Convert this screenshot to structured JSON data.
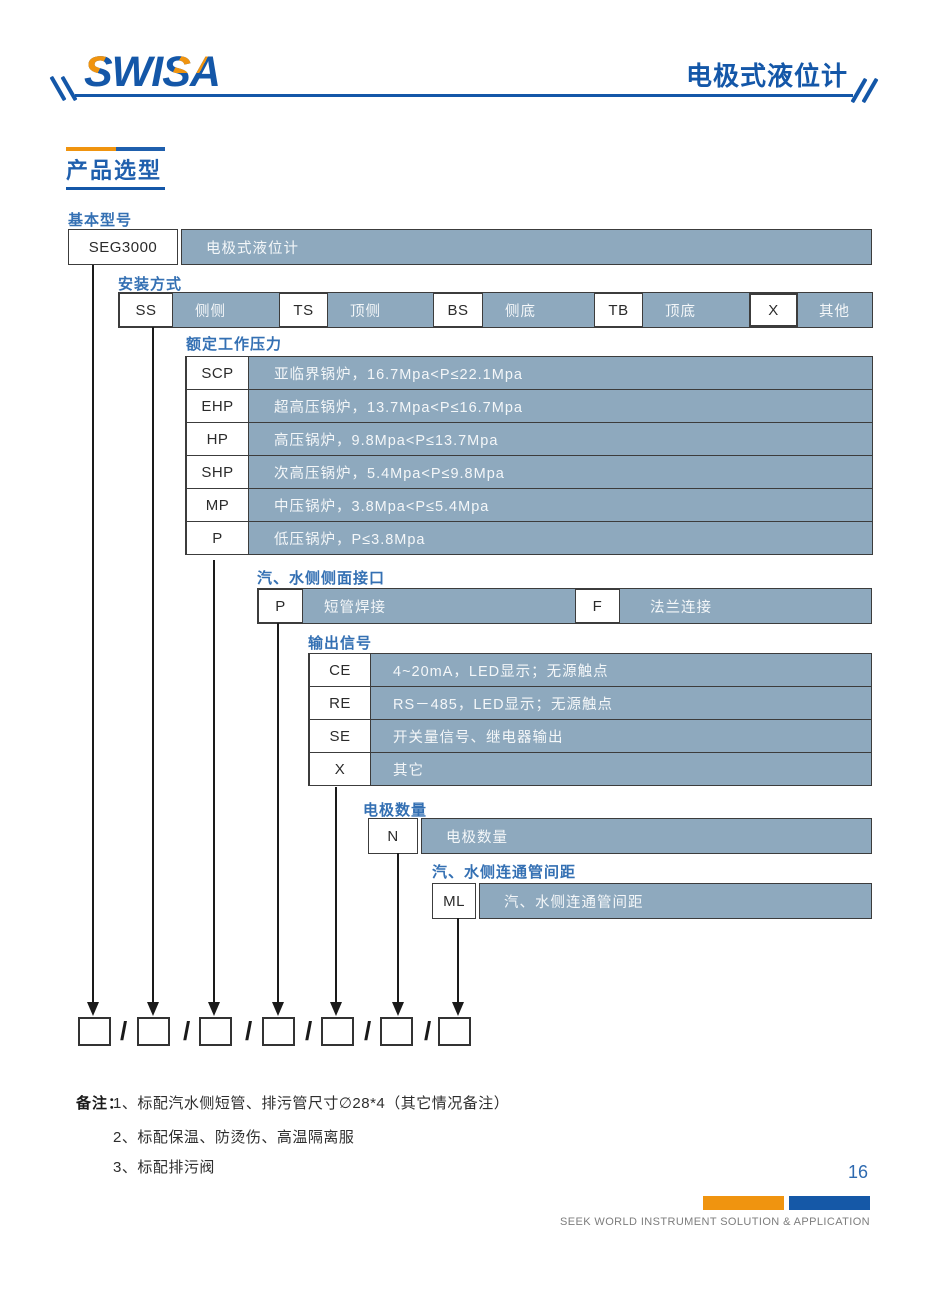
{
  "header": {
    "logo": "SWISA",
    "title": "电极式液位计"
  },
  "section_title": "产品选型",
  "selector": {
    "groups": [
      {
        "label": "基本型号",
        "options": [
          {
            "code": "SEG3000",
            "desc": "电极式液位计"
          }
        ]
      },
      {
        "label": "安装方式",
        "options": [
          {
            "code": "SS",
            "desc": "侧侧"
          },
          {
            "code": "TS",
            "desc": "顶侧"
          },
          {
            "code": "BS",
            "desc": "侧底"
          },
          {
            "code": "TB",
            "desc": "顶底"
          },
          {
            "code": "X",
            "desc": "其他"
          }
        ]
      },
      {
        "label": "额定工作压力",
        "options": [
          {
            "code": "SCP",
            "desc": "亚临界锅炉，16.7Mpa<P≤22.1Mpa"
          },
          {
            "code": "EHP",
            "desc": "超高压锅炉，13.7Mpa<P≤16.7Mpa"
          },
          {
            "code": "HP",
            "desc": "高压锅炉，9.8Mpa<P≤13.7Mpa"
          },
          {
            "code": "SHP",
            "desc": "次高压锅炉，5.4Mpa<P≤9.8Mpa"
          },
          {
            "code": "MP",
            "desc": "中压锅炉，3.8Mpa<P≤5.4Mpa"
          },
          {
            "code": "P",
            "desc": "低压锅炉，P≤3.8Mpa"
          }
        ]
      },
      {
        "label": "汽、水侧侧面接口",
        "options": [
          {
            "code": "P",
            "desc": "短管焊接"
          },
          {
            "code": "F",
            "desc": "法兰连接"
          }
        ]
      },
      {
        "label": "输出信号",
        "options": [
          {
            "code": "CE",
            "desc": "4~20mA，LED显示；无源触点"
          },
          {
            "code": "RE",
            "desc": "RS－485，LED显示；无源触点"
          },
          {
            "code": "SE",
            "desc": "开关量信号、继电器输出"
          },
          {
            "code": "X",
            "desc": "其它"
          }
        ]
      },
      {
        "label": "电极数量",
        "options": [
          {
            "code": "N",
            "desc": "电极数量"
          }
        ]
      },
      {
        "label": "汽、水侧连通管间距",
        "options": [
          {
            "code": "ML",
            "desc": "汽、水侧连通管间距"
          }
        ]
      }
    ],
    "slot_separator": "/"
  },
  "notes": {
    "title": "备注：",
    "items": [
      "1、标配汽水侧短管、排污管尺寸∅28*4（其它情况备注）",
      "2、标配保温、防烫伤、高温隔离服",
      "3、标配排污阀"
    ]
  },
  "footer": {
    "page_number": "16",
    "tagline": "SEEK WORLD INSTRUMENT SOLUTION & APPLICATION"
  },
  "colors": {
    "brand_blue": "#1457a8",
    "label_blue": "#3470b3",
    "accent_orange": "#f0940f",
    "cell_blue_gray": "#8ea9be"
  }
}
